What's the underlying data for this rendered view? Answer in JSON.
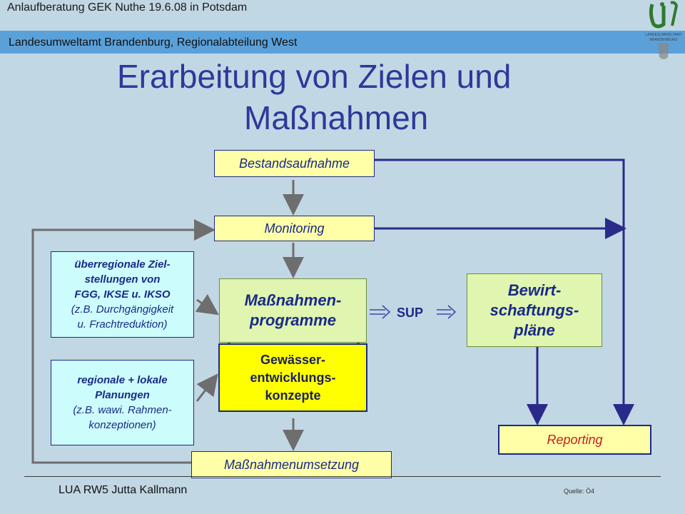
{
  "header": {
    "event": "Anlaufberatung GEK Nuthe 19.6.08 in Potsdam",
    "organization": "Landesumweltamt Brandenburg, Regionalabteilung West"
  },
  "title": {
    "line1": "Erarbeitung von Zielen und",
    "line2": "Maßnahmen"
  },
  "boxes": {
    "bestandsaufnahme": "Bestandsaufnahme",
    "monitoring": "Monitoring",
    "massnahmen_1": "Maßnahmen-",
    "massnahmen_2": "programme",
    "gek_1": "Gewässer-",
    "gek_2": "entwicklungs-",
    "gek_3": "konzepte",
    "bewirt_1": "Bewirt-",
    "bewirt_2": "schaftungs-",
    "bewirt_3": "pläne",
    "reporting": "Reporting",
    "umsetzung": "Maßnahmenumsetzung",
    "ueberregional_1": "überregionale Ziel-",
    "ueberregional_2": "stellungen von",
    "ueberregional_3": "FGG, IKSE u. IKSO",
    "ueberregional_4": "(z.B. Durchgängigkeit",
    "ueberregional_5": "u. Frachtreduktion)",
    "regional_1": "regionale + lokale",
    "regional_2": "Planungen",
    "regional_3": "(z.B. wawi. Rahmen-",
    "regional_4": "konzeptionen)",
    "sup": "SUP"
  },
  "logo": {
    "line1": "LANDESUMWELTAMT",
    "line2": "BRANDENBURG"
  },
  "footer": {
    "author": "LUA RW5 Jutta Kallmann",
    "source": "Quelle: Ö4"
  },
  "colors": {
    "title": "#2b3a99",
    "arrow_blue": "#2a2a8a",
    "arrow_gray": "#6e6e6e",
    "band": "#5aa1da"
  }
}
